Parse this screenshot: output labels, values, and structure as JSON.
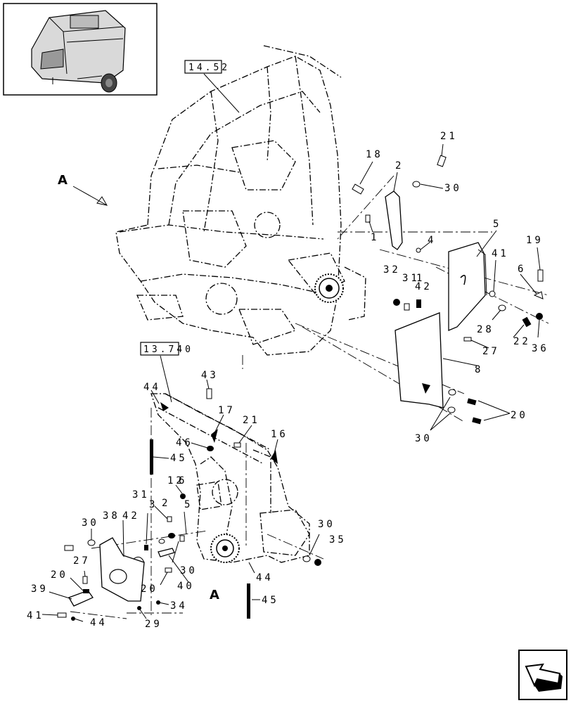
{
  "view_marker": "A",
  "reference_boxes": [
    "14.52",
    "13.740"
  ],
  "callouts": [
    "21",
    "18",
    "2",
    "30",
    "1",
    "4",
    "5",
    "41",
    "19",
    "32",
    "31",
    "1",
    "42",
    "6",
    "28",
    "22",
    "36",
    "27",
    "8",
    "20",
    "30",
    "43",
    "44",
    "17",
    "21",
    "16",
    "46",
    "45",
    "12",
    "6",
    "31",
    "2",
    "3",
    "5",
    "42",
    "38",
    "30",
    "20",
    "27",
    "30",
    "40",
    "20",
    "39",
    "41",
    "44",
    "34",
    "29",
    "35",
    "30",
    "44",
    "45"
  ],
  "icons": [
    "baler-thumbnail-icon",
    "navigation-arrow-icon"
  ]
}
